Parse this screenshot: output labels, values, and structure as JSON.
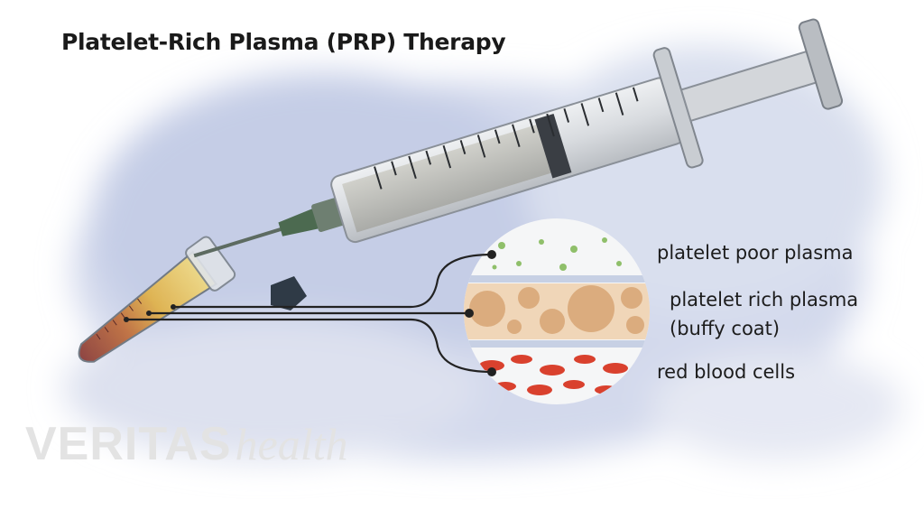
{
  "title": "Platelet-Rich Plasma (PRP) Therapy",
  "labels": {
    "platelet_poor": "platelet poor plasma",
    "platelet_rich_line1": "platelet rich plasma",
    "platelet_rich_line2": "(buffy coat)",
    "red_blood_cells": "red blood cells"
  },
  "watermark": {
    "brand": "VERITAS",
    "suffix": "health"
  },
  "colors": {
    "background_wash": "#c9d1e8",
    "plasma_yellow": "#e8c95a",
    "buffy_tan": "#e1b78b",
    "red_cells": "#d9412e",
    "platelet_green": "#8fbf6a",
    "needle_green": "#4c6a50",
    "leader_lines": "#222222"
  }
}
